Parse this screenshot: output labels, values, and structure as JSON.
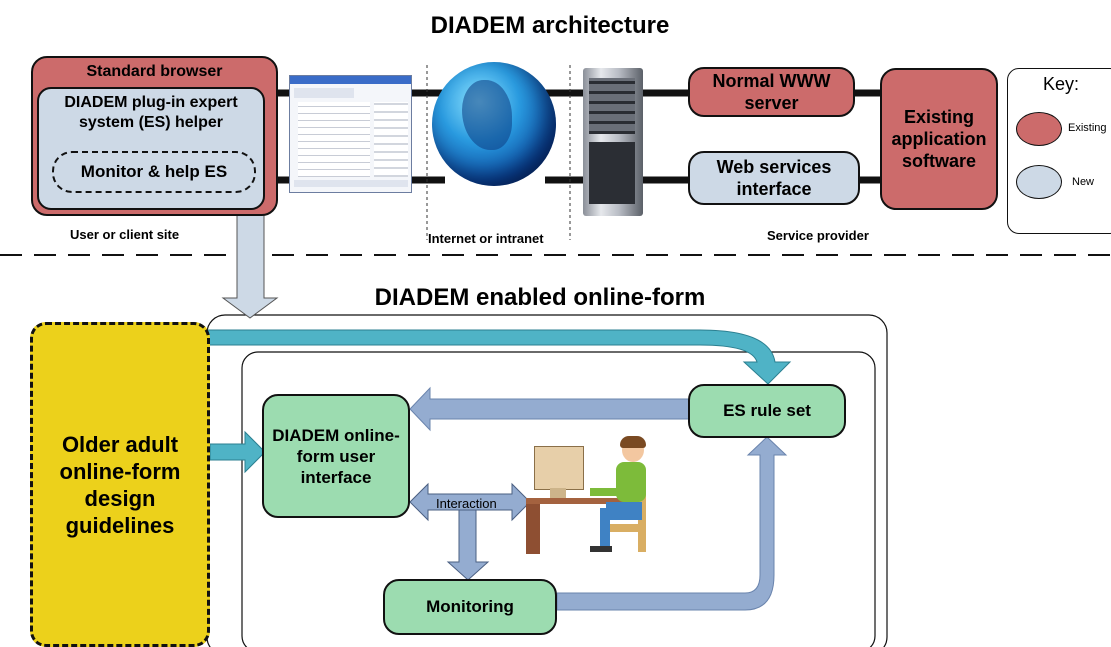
{
  "titles": {
    "top": "DIADEM architecture",
    "bottom": "DIADEM enabled online-form"
  },
  "client": {
    "browser": "Standard browser",
    "plugin": "DIADEM plug-in expert system (ES) helper",
    "monitor": "Monitor & help ES",
    "site_label": "User or client site"
  },
  "network_label": "Internet or intranet",
  "provider": {
    "www_server": "Normal WWW server",
    "web_services": "Web services interface",
    "existing_software": "Existing application software",
    "label": "Service provider"
  },
  "key": {
    "title": "Key:",
    "existing": "Existing",
    "new": "New",
    "existing_color": "#cc6b6b",
    "new_color": "#cdd9e6"
  },
  "form": {
    "guidelines": "Older adult online-form design guidelines",
    "ui": "DIADEM online-form user interface",
    "rules": "ES rule set",
    "monitoring": "Monitoring",
    "interaction": "Interaction"
  },
  "icons": {
    "form_window": "form-window-icon",
    "globe": "globe-icon",
    "server": "server-tower-icon",
    "user": "computer-user-icon"
  }
}
